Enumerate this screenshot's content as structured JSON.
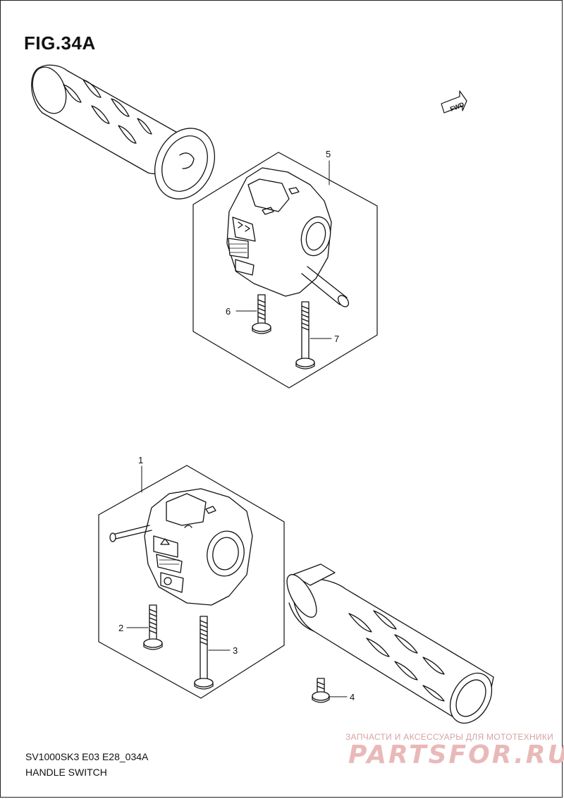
{
  "figure": {
    "number": "FIG.34A",
    "code": "SV1000SK3 E03 E28_034A",
    "name": "HANDLE SWITCH"
  },
  "direction_marker": {
    "label": "FWD",
    "icon": "forward-arrow-icon"
  },
  "callouts": [
    {
      "id": "1"
    },
    {
      "id": "2"
    },
    {
      "id": "3"
    },
    {
      "id": "4"
    },
    {
      "id": "5"
    },
    {
      "id": "6"
    },
    {
      "id": "7"
    }
  ],
  "watermark": {
    "tagline": "ЗАПЧАСТИ И АКСЕССУАРЫ ДЛЯ МОТОТЕХНИКИ",
    "brand": "PARTSFOR.RU"
  }
}
